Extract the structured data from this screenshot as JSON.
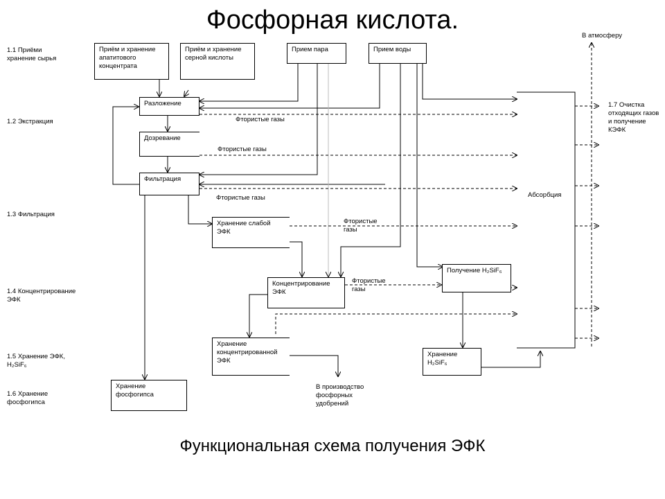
{
  "title": "Фосфорная кислота.",
  "caption": "Функциональная схема получения ЭФК",
  "stages": [
    "1.1 Приёми хранение сырья",
    "1.2 Экстракция",
    "1.3 Фильтрация",
    "1.4 Концентрирование ЭФК",
    "1.5 Хранение ЭФК, H₂SiF₆",
    "1.6 Хранение фосфогипса"
  ],
  "boxes": {
    "apatite": "Приём и хранение апатитового концентрата",
    "sulfuric": "Приём и хранение серной кислоты",
    "steam": "Прием пара",
    "water": "Прием воды",
    "decomposition": "Разложение",
    "maturation": "Дозревание",
    "filtration": "Фильтрация",
    "weak_storage": "Хранение слабой ЭФК",
    "concentration": "Концентрирование ЭФК",
    "h2sif6_production": "Получение H₂SiF₆",
    "conc_storage": "Хранение концентрированной ЭФК",
    "h2sif6_storage": "Хранение H₂SiF₆",
    "phosphogypsum": "Хранение фосфогипса",
    "absorption": "Абсорбция"
  },
  "labels": {
    "gases1": "Фтористые газы",
    "gases2": "Фтористые газы",
    "gases3": "Фтористые газы",
    "gases4": "Фтористые газы",
    "gases5": "Фтористые газы",
    "to_atmosphere": "В атмосферу",
    "cleaning": "1.7 Очистка отходящих газов и получение КЭФК",
    "fertilizers": "В производство фосфорных удобрений"
  }
}
